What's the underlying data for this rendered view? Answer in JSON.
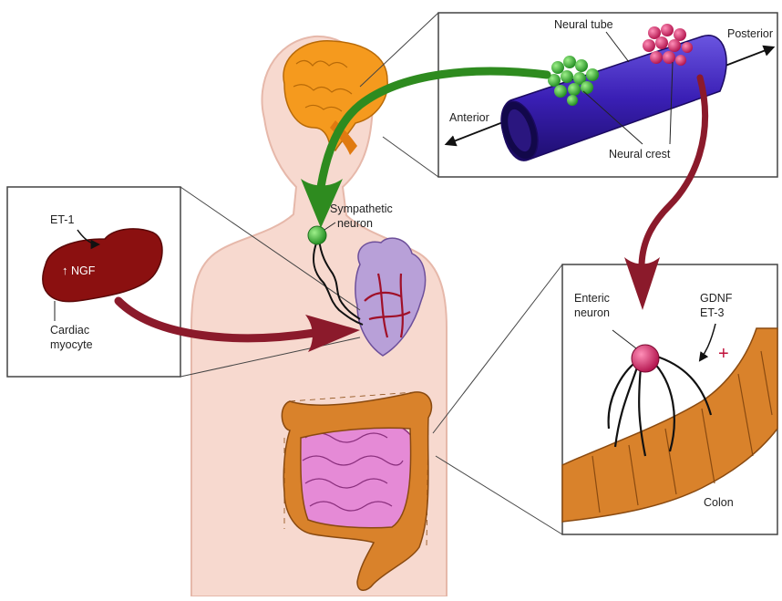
{
  "labels": {
    "neural_tube": "Neural tube",
    "posterior": "Posterior",
    "anterior": "Anterior",
    "neural_crest": "Neural crest",
    "sympathetic_line1": "Sympathetic",
    "sympathetic_line2": "neuron",
    "et1": "ET-1",
    "ngf": "NGF",
    "cardiac_line1": "Cardiac",
    "cardiac_line2": "myocyte",
    "enteric_line1": "Enteric",
    "enteric_line2": "neuron",
    "gdnf": "GDNF",
    "et3": "ET-3",
    "plus": "+",
    "colon": "Colon"
  },
  "colors": {
    "skin": "#f7d9cf",
    "skin_edge": "#e6b8aa",
    "brain": "#f59a1e",
    "tube": "#3a1fb5",
    "green_cells": "#2ca52c",
    "magenta_cells": "#d4145a",
    "arrow_green": "#2e8b1f",
    "arrow_red": "#8b1a2b",
    "myocyte": "#8b1010",
    "colon": "#d9822b",
    "small_intestine": "#e58ad6",
    "heart": "#b8a0d8"
  }
}
